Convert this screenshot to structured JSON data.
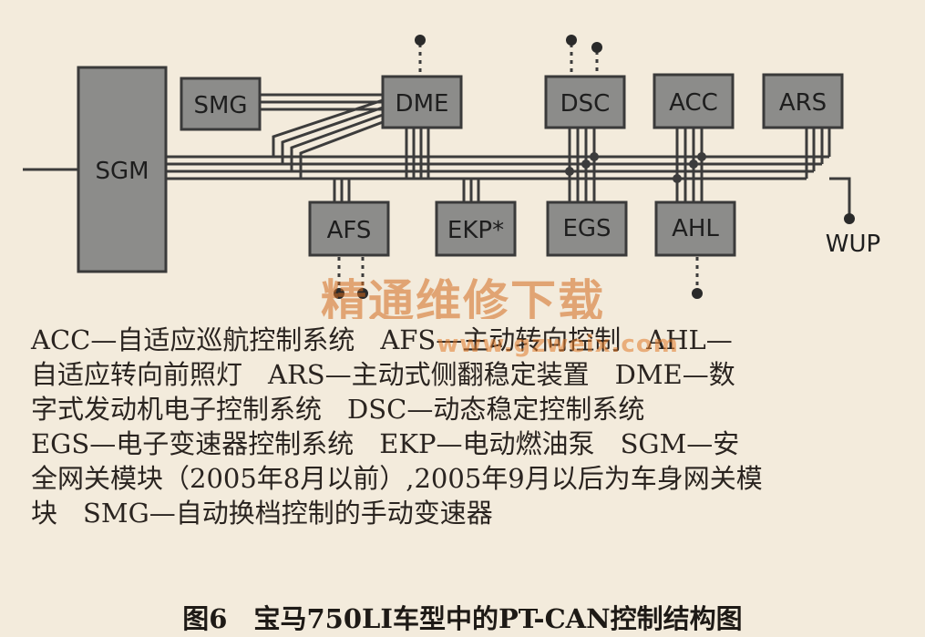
{
  "nodes": {
    "sgm": "SGM",
    "smg": "SMG",
    "dme": "DME",
    "dsc": "DSC",
    "acc": "ACC",
    "ars": "ARS",
    "afs": "AFS",
    "ekp": "EKP*",
    "egs": "EGS",
    "ahl": "AHL",
    "wup": "WUP"
  },
  "watermark": {
    "cn": "精通维修下载",
    "url": "www.gzweix.com"
  },
  "legend": {
    "l1a": "ACC—自适应巡航控制系统",
    "l1b": "AFS—主动转向控制",
    "l1c": "AHL—",
    "l2a": "自适应转向前照灯",
    "l2b": "ARS—主动式侧翻稳定装置",
    "l2c": "DME—数",
    "l3a": "字式发动机电子控制系统",
    "l3b": "DSC—动态稳定控制系统",
    "l4a": "EGS—电子变速器控制系统",
    "l4b": "EKP—电动燃油泵",
    "l4c": "SGM—安",
    "l5a": "全网关模块（2005年8月以前）,2005年9月以后为车身网关模",
    "l6a": "块",
    "l6b": "SMG—自动换档控制的手动变速器"
  },
  "caption": "图6　宝马750LI车型中的PT-CAN控制结构图",
  "colors": {
    "box_fill": "#8c8c8a",
    "box_stroke": "#3a3a3a",
    "line": "#3c3c3c",
    "background": "#f3ebdc"
  }
}
